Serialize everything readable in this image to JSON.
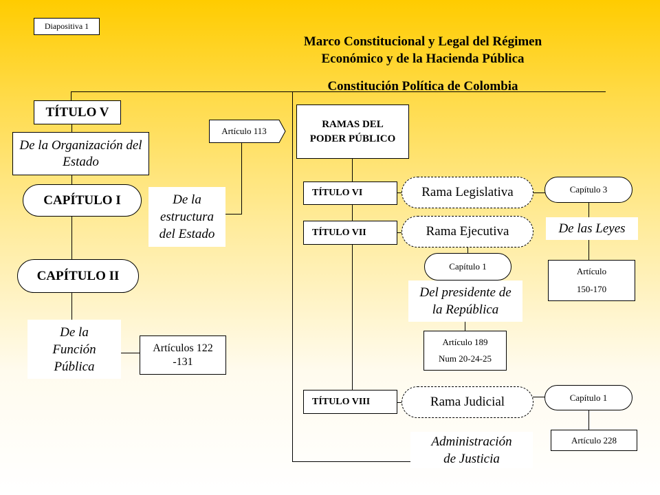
{
  "slide_label": "Diapositiva 1",
  "title": {
    "line1": "Marco Constitucional y Legal del Régimen",
    "line2": "Económico y de la Hacienda Pública",
    "line3": "Constitución Política de Colombia"
  },
  "left": {
    "titulo_v": "TÍTULO V",
    "organizacion": "De la Organización del Estado",
    "capitulo_i": "CAPÍTULO I",
    "capitulo_ii": "CAPÍTULO II",
    "estructura": "De la estructura del Estado",
    "articulo_113": "Artículo 113",
    "funcion_publica": "De la Función Pública",
    "articulos_122": "Artículos 122 -131"
  },
  "right": {
    "ramas": "RAMAS DEL PODER PÚBLICO",
    "titulo_vi": "TÍTULO VI",
    "titulo_vii": "TÍTULO VII",
    "titulo_viii": "TÍTULO VIII",
    "rama_legislativa": "Rama Legislativa",
    "rama_ejecutiva": "Rama Ejecutiva",
    "rama_judicial": "Rama Judicial",
    "capitulo_3": "Capítulo 3",
    "de_las_leyes": "De las Leyes",
    "articulo_150_line1": "Artículo",
    "articulo_150_line2": "150-170",
    "capitulo_1_ejecutiva": "Capítulo 1",
    "del_presidente": "Del presidente de la República",
    "articulo_189_line1": "Artículo 189",
    "articulo_189_line2": "Num 20-24-25",
    "capitulo_1_judicial": "Capítulo 1",
    "articulo_228": "Artículo 228",
    "administracion": "Administración de Justicia"
  }
}
